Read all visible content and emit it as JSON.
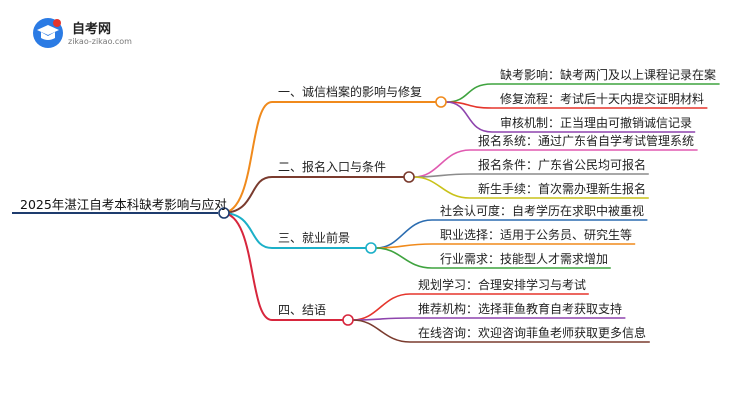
{
  "logo": {
    "title": "自考网",
    "url": "zikao-zikao.com"
  },
  "root": "2025年湛江自考本科缺考影响与应对",
  "branches": [
    {
      "label": "一、诚信档案的影响与修复",
      "color": "#F08A1C",
      "leaves": [
        "缺考影响：缺考两门及以上课程记录在案",
        "修复流程：考试后十天内提交证明材料",
        "审核机制：正当理由可撤销诚信记录"
      ],
      "leafColors": [
        "#3FA33F",
        "#E5352C",
        "#8E44AD"
      ]
    },
    {
      "label": "二、报名入口与条件",
      "color": "#7A3B2E",
      "leaves": [
        "报名系统：通过广东省自学考试管理系统",
        "报名条件：广东省公民均可报名",
        "新生手续：首次需办理新生报名"
      ],
      "leafColors": [
        "#E05AB0",
        "#8C8C8C",
        "#C9C21A"
      ]
    },
    {
      "label": "三、就业前景",
      "color": "#1CB0C8",
      "leaves": [
        "社会认可度：自考学历在求职中被重视",
        "职业选择：适用于公务员、研究生等",
        "行业需求：技能型人才需求增加"
      ],
      "leafColors": [
        "#2B6CB0",
        "#F08A1C",
        "#3FA33F"
      ]
    },
    {
      "label": "四、结语",
      "color": "#D7263D",
      "leaves": [
        "规划学习：合理安排学习与考试",
        "推荐机构：选择菲鱼教育自考获取支持",
        "在线咨询：欢迎咨询菲鱼老师获取更多信息"
      ],
      "leafColors": [
        "#E5352C",
        "#8E44AD",
        "#7A3B2E"
      ]
    }
  ]
}
